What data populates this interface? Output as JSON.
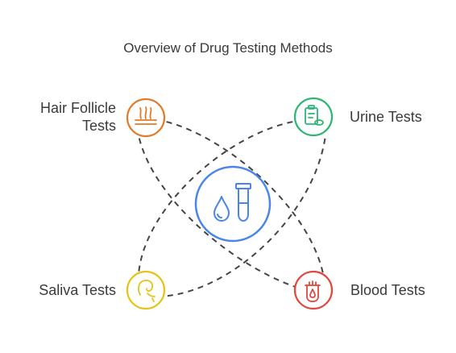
{
  "title": "Overview of Drug Testing Methods",
  "colors": {
    "hair": "#e07b2c",
    "urine": "#2bb673",
    "saliva": "#e6c21a",
    "blood": "#e0483f",
    "center": "#4a86e8",
    "dash": "#444444"
  },
  "nodes": [
    {
      "id": "hair",
      "label": "Hair Follicle Tests",
      "label_lines": [
        "Hair Follicle",
        "Tests"
      ],
      "icon": "hair-follicle-icon"
    },
    {
      "id": "urine",
      "label": "Urine Tests",
      "label_lines": [
        "Urine Tests"
      ],
      "icon": "urine-sample-icon"
    },
    {
      "id": "saliva",
      "label": "Saliva Tests",
      "label_lines": [
        "Saliva Tests"
      ],
      "icon": "saliva-icon"
    },
    {
      "id": "blood",
      "label": "Blood Tests",
      "label_lines": [
        "Blood Tests"
      ],
      "icon": "blood-bag-icon"
    }
  ],
  "center": {
    "icon": "drop-and-test-tube-icon"
  }
}
